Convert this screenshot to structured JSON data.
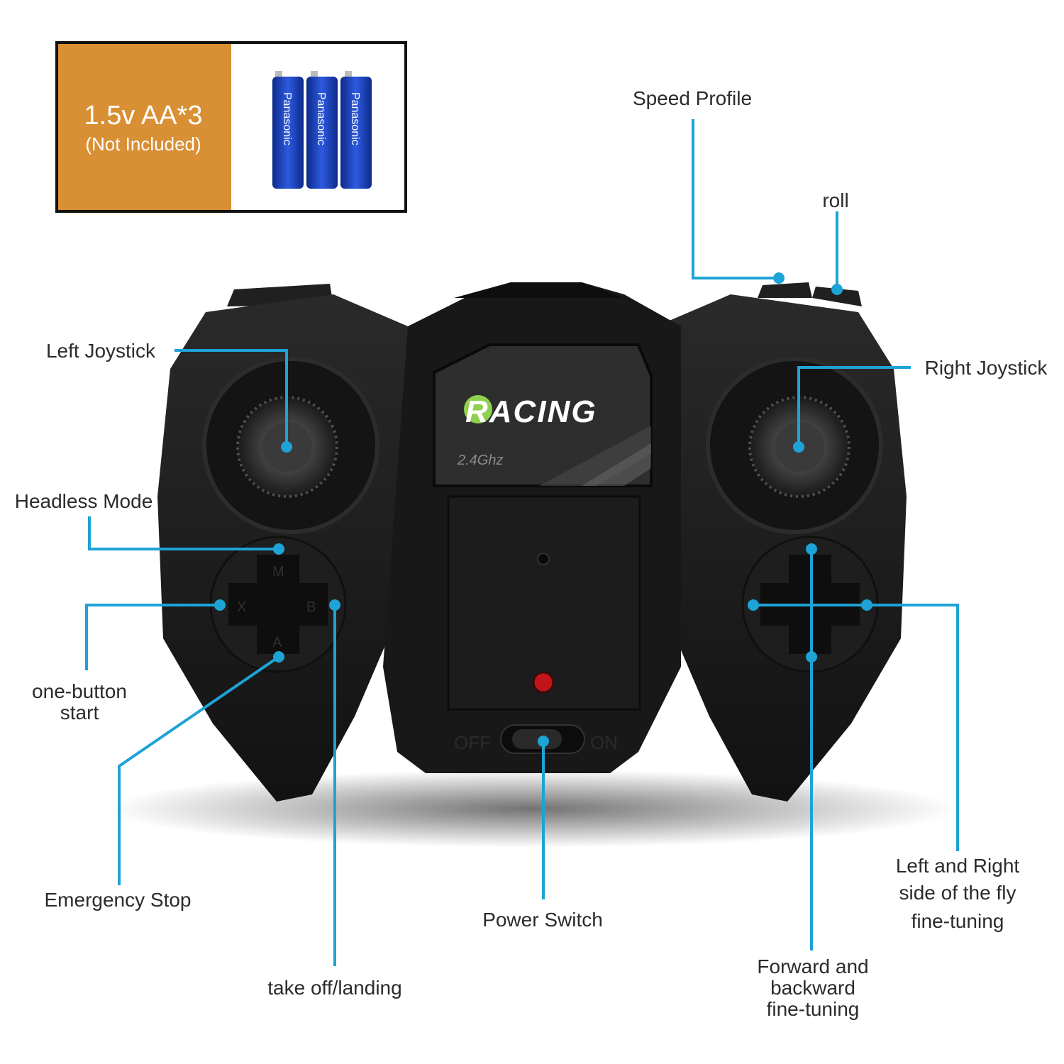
{
  "battery_box": {
    "spec": "1.5v AA*3",
    "note": "(Not Included)",
    "battery_brand": "Panasonic",
    "box_color": "#d98f33"
  },
  "controller": {
    "logo": "RACING",
    "frequency": "2.4Ghz",
    "switch_off": "OFF",
    "switch_on": "ON",
    "left_pad_letters": [
      "M",
      "X",
      "B",
      "A"
    ]
  },
  "labels": {
    "speed_profile": "Speed Profile",
    "roll": "roll",
    "left_joystick": "Left Joystick",
    "right_joystick": "Right Joystick",
    "headless_mode": "Headless Mode",
    "one_button_start_1": "one-button",
    "one_button_start_2": "start",
    "emergency_stop": "Emergency Stop",
    "takeoff_landing": "take off/landing",
    "power_switch": "Power Switch",
    "lr_fine_1": "Left and Right",
    "lr_fine_2": "side of the fly",
    "lr_fine_3": "fine-tuning",
    "fb_fine_1": "Forward and",
    "fb_fine_2": "backward",
    "fb_fine_3": "fine-tuning"
  },
  "colors": {
    "callout": "#1ea3d6",
    "body": "#1b1b1b",
    "label_text": "#2b2b2b"
  }
}
